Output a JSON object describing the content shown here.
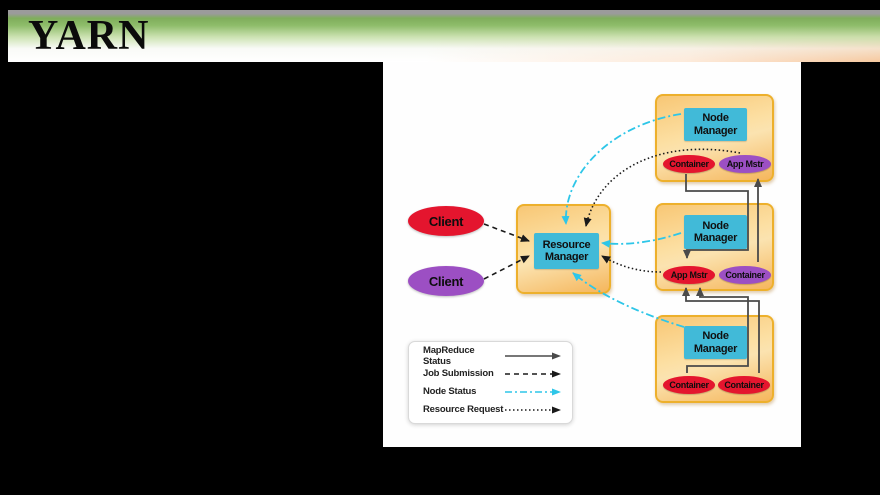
{
  "banner": {
    "title": "YARN"
  },
  "diagram": {
    "resource_manager": {
      "label": "Resource Manager"
    },
    "clients": [
      {
        "label": "Client",
        "color": "#e4152e"
      },
      {
        "label": "Client",
        "color": "#9c4fc3"
      }
    ],
    "node_managers": [
      {
        "label": "Node Manager",
        "left": {
          "label": "Container",
          "color": "#e4152e"
        },
        "right": {
          "label": "App Mstr",
          "color": "#9c4fc3"
        }
      },
      {
        "label": "Node Manager",
        "left": {
          "label": "App Mstr",
          "color": "#e4152e"
        },
        "right": {
          "label": "Container",
          "color": "#9c4fc3"
        }
      },
      {
        "label": "Node Manager",
        "left": {
          "label": "Container",
          "color": "#e4152e"
        },
        "right": {
          "label": "Container",
          "color": "#e4152e"
        }
      }
    ],
    "legend": {
      "items": [
        {
          "label": "MapReduce Status",
          "style": "solid",
          "color": "#4a4a4a"
        },
        {
          "label": "Job Submission",
          "style": "dashed",
          "color": "#1a1a1a"
        },
        {
          "label": "Node Status",
          "style": "dashdot",
          "color": "#2ec6e8"
        },
        {
          "label": "Resource Request",
          "style": "dotted",
          "color": "#1a1a1a"
        }
      ]
    },
    "colors": {
      "node_box_blue": "#41bad8",
      "group_fill_orange": "#f8c775",
      "group_border_gold": "#edb02c",
      "status_cyan": "#2ec6e8",
      "mapreduce_gray": "#4a4a4a"
    }
  }
}
